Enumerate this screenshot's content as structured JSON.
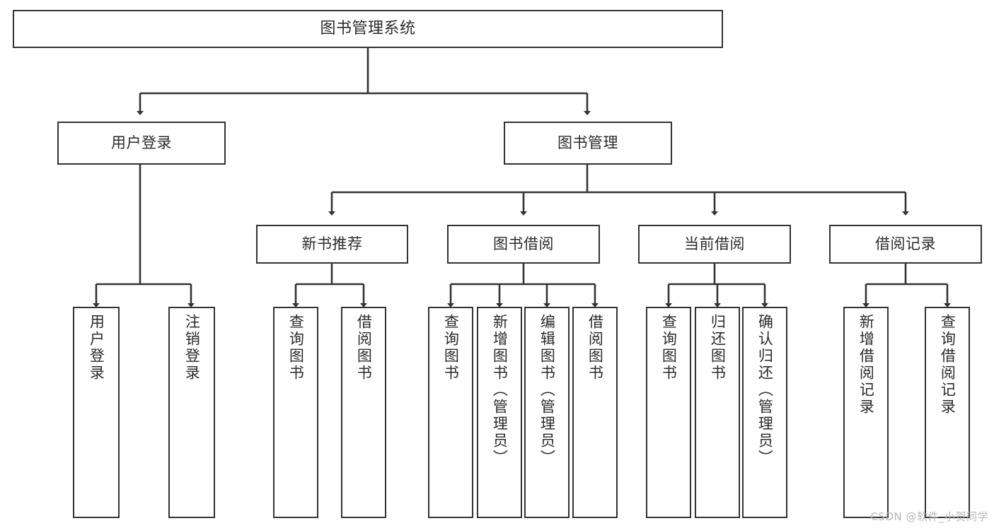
{
  "diagram": {
    "type": "tree",
    "title": "图书管理系统",
    "root": {
      "id": "root",
      "label": "图书管理系统",
      "orient": "horizontal"
    },
    "level2": [
      {
        "id": "user-login",
        "label": "用户登录",
        "orient": "horizontal"
      },
      {
        "id": "book-manage",
        "label": "图书管理",
        "orient": "horizontal"
      }
    ],
    "level3": [
      {
        "id": "new-book-rec",
        "label": "新书推荐",
        "orient": "horizontal",
        "parent": "book-manage"
      },
      {
        "id": "book-borrow",
        "label": "图书借阅",
        "orient": "horizontal",
        "parent": "book-manage"
      },
      {
        "id": "current-borrow",
        "label": "当前借阅",
        "orient": "horizontal",
        "parent": "book-manage"
      },
      {
        "id": "borrow-record",
        "label": "借阅记录",
        "orient": "horizontal",
        "parent": "book-manage"
      }
    ],
    "leaves": [
      {
        "id": "leaf-user-login",
        "label": "用户登录",
        "parent": "user-login"
      },
      {
        "id": "leaf-logout-login",
        "label": "注销登录",
        "parent": "user-login"
      },
      {
        "id": "leaf-query-book-rec",
        "label": "查询图书",
        "parent": "new-book-rec"
      },
      {
        "id": "leaf-borrow-book-rec",
        "label": "借阅图书",
        "parent": "new-book-rec"
      },
      {
        "id": "leaf-query-book-borrow",
        "label": "查询图书",
        "parent": "book-borrow"
      },
      {
        "id": "leaf-add-book",
        "label": "新增图书（管理员）",
        "parent": "book-borrow"
      },
      {
        "id": "leaf-edit-book",
        "label": "编辑图书（管理员）",
        "parent": "book-borrow"
      },
      {
        "id": "leaf-borrow-book",
        "label": "借阅图书",
        "parent": "book-borrow"
      },
      {
        "id": "leaf-query-book-current",
        "label": "查询图书",
        "parent": "current-borrow"
      },
      {
        "id": "leaf-return-book",
        "label": "归还图书",
        "parent": "current-borrow"
      },
      {
        "id": "leaf-confirm-return",
        "label": "确认归还（管理员）",
        "parent": "current-borrow"
      },
      {
        "id": "leaf-add-record",
        "label": "新增借阅记录",
        "parent": "borrow-record"
      },
      {
        "id": "leaf-query-record",
        "label": "查询借阅记录",
        "parent": "borrow-record"
      }
    ],
    "colors": {
      "box_border": "#333333",
      "box_fill": "#ffffff",
      "connector": "#333333",
      "text": "#2b2b2b",
      "watermark": "#b9b9b9"
    }
  },
  "watermark": {
    "text": "CSDN @软件_小贺同学"
  }
}
